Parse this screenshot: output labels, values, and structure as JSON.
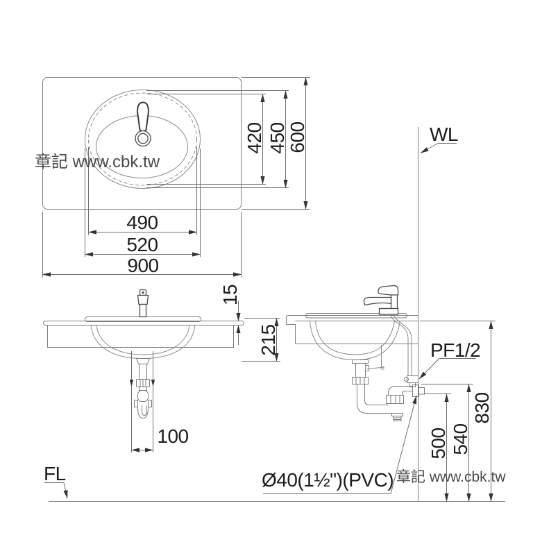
{
  "watermark": {
    "text": "章記 www.cbk.tw"
  },
  "plan_view": {
    "counter_width": "900",
    "basin_width": "520",
    "cutout_width": "490",
    "counter_depth": "600",
    "basin_depth": "450",
    "cutout_depth": "420"
  },
  "front_view": {
    "counter_thickness": "15",
    "basin_height": "215",
    "trap_offset": "100",
    "floor_label": "FL"
  },
  "side_view": {
    "wall_label": "WL",
    "counter_height": "830",
    "supply_height": "540",
    "drain_height": "500",
    "supply_label": "PF1/2",
    "drain_label": "Ø40(1½\")(PVC)"
  }
}
